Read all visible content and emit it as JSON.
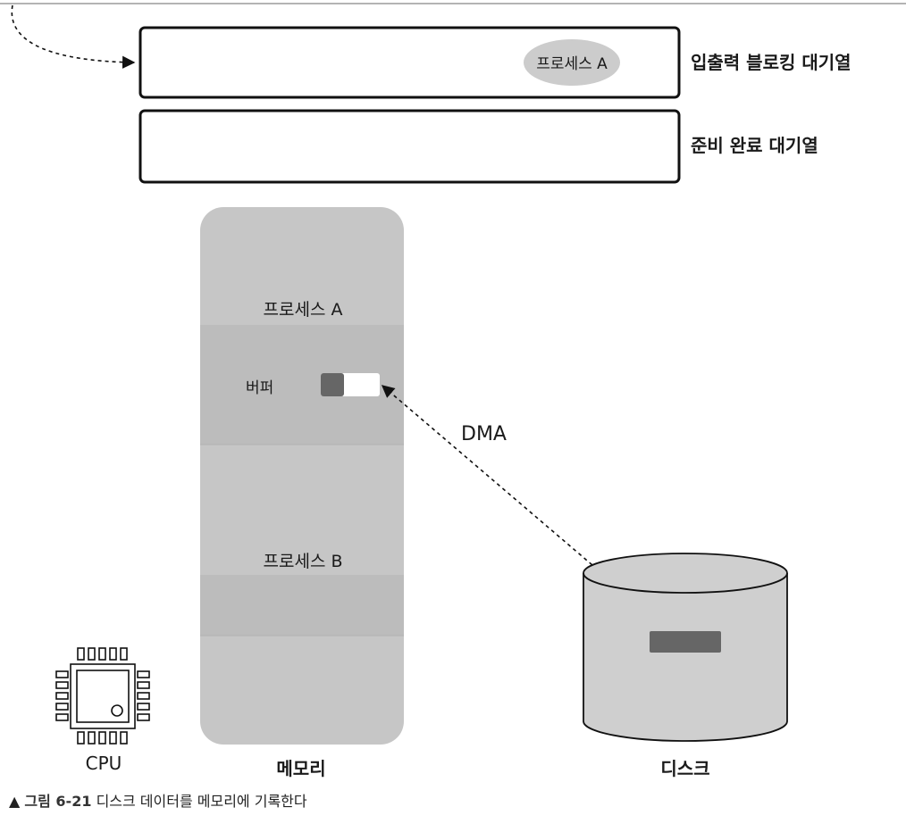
{
  "queues": {
    "io_blocking": {
      "label": "입출력 블로킹 대기열",
      "item": "프로세스 A"
    },
    "ready": {
      "label": "준비 완료 대기열"
    }
  },
  "memory": {
    "label": "메모리",
    "process_a": "프로세스 A",
    "buffer": "버퍼",
    "process_b": "프로세스 B"
  },
  "dma_label": "DMA",
  "disk_label": "디스크",
  "cpu_label": "CPU",
  "caption": {
    "marker": "▲",
    "figure": "그림 6-21",
    "text": "디스크 데이터를 메모리에 기록한다"
  },
  "colors": {
    "memory_fill": "#c6c6c6",
    "memory_band": "#bcbcbc",
    "disk_fill": "#cfcfcf",
    "data_block": "#666666",
    "queue_item": "#cccccc"
  }
}
